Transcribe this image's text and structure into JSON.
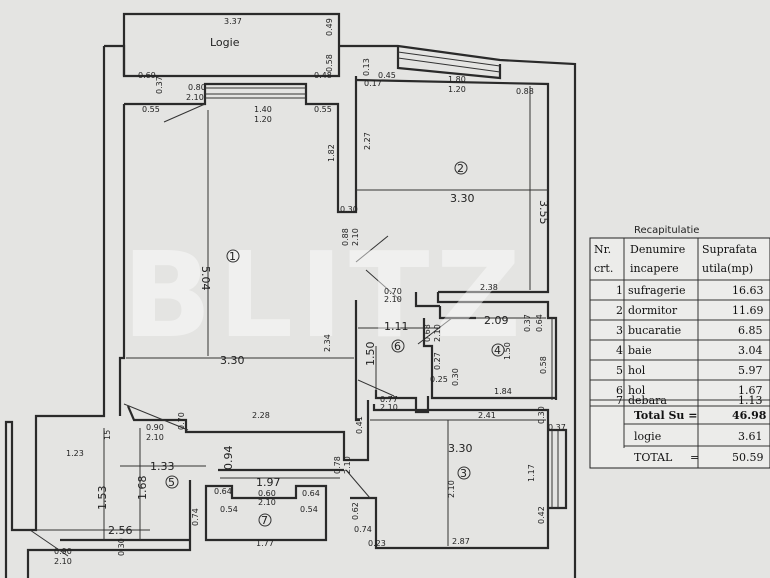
{
  "plan": {
    "balcony_label": "Logie",
    "room_numbers": [
      "1",
      "2",
      "3",
      "4",
      "5",
      "6",
      "7"
    ],
    "dims": {
      "logie_w": "3.37",
      "logie_h": "0.49",
      "logie_58": "0.58",
      "logie_48": "0.48",
      "d069": "0.69",
      "d037": "0.37",
      "d080": "0.80",
      "d210a": "2.10",
      "d055a": "0.55",
      "d140": "1.40",
      "d120a": "1.20",
      "d055b": "0.55",
      "d013": "0.13",
      "d045": "0.45",
      "d017": "0.17",
      "d180": "1.80",
      "d120b": "1.20",
      "d088a": "0.88",
      "d182": "1.82",
      "d227": "2.27",
      "d030a": "0.30",
      "d330a": "3.30",
      "d355": "3.55",
      "d504": "5.04",
      "d088b": "0.88",
      "d210b": "2.10",
      "d238": "2.38",
      "d070": "0.70",
      "d210c": "2.10",
      "d111": "1.11",
      "d068": "0.68",
      "d210d": "2.10",
      "d209": "2.09",
      "d037b": "0.37",
      "d064": "0.64",
      "d330b": "3.30",
      "d234": "2.34",
      "d150a": "1.50",
      "d027": "0.27",
      "d150b": "1.50",
      "d025": "0.25",
      "d030b": "0.30",
      "d184": "1.84",
      "d058": "0.58",
      "d228": "2.28",
      "d077": "0.77",
      "d210e": "2.10",
      "d241": "2.41",
      "d030c": "0.30",
      "d037c": "0.37",
      "d090a": "0.90",
      "d210f": "2.10",
      "d015": "15",
      "d070b": "0.70",
      "d041": "0.41",
      "d123": "1.23",
      "d133": "1.33",
      "d094": "0.94",
      "d330c": "3.30",
      "d153": "1.53",
      "d168": "1.68",
      "d197": "1.97",
      "d078": "0.78",
      "d210g": "2.10",
      "d210h": "2.10",
      "d117": "1.17",
      "d064b": "0.64",
      "d060": "0.60",
      "d210i": "2.10",
      "d064c": "0.64",
      "d074a": "0.74",
      "d054a": "0.54",
      "d054b": "0.54",
      "d062": "0.62",
      "d042": "0.42",
      "d256": "2.56",
      "d074b": "0.74",
      "d023": "0.23",
      "d287": "2.87",
      "d090b": "0.90",
      "d210j": "2.10",
      "d030d": "0.30",
      "d177": "1.77"
    }
  },
  "watermark": "BLITZ",
  "summary": {
    "title": "Recapitulatie",
    "headers": {
      "nr1": "Nr.",
      "nr2": "crt.",
      "den1": "Denumire",
      "den2": "incapere",
      "sup1": "Suprafata",
      "sup2": "utila(mp)"
    },
    "rows": [
      {
        "nr": "1",
        "name": "sufragerie",
        "area": "16.63"
      },
      {
        "nr": "2",
        "name": "dormitor",
        "area": "11.69"
      },
      {
        "nr": "3",
        "name": "bucaratie",
        "area": "6.85"
      },
      {
        "nr": "4",
        "name": "baie",
        "area": "3.04"
      },
      {
        "nr": "5",
        "name": "hol",
        "area": "5.97"
      },
      {
        "nr": "6",
        "name": "hol",
        "area": "1.67"
      },
      {
        "nr": "7",
        "name": "debara",
        "area": "1.13"
      }
    ],
    "total_su_label": "Total Su =",
    "total_su": "46.98",
    "logie_label": "logie",
    "logie_area": "3.61",
    "total_label": "TOTAL",
    "total_eq": "=",
    "total": "50.59"
  }
}
